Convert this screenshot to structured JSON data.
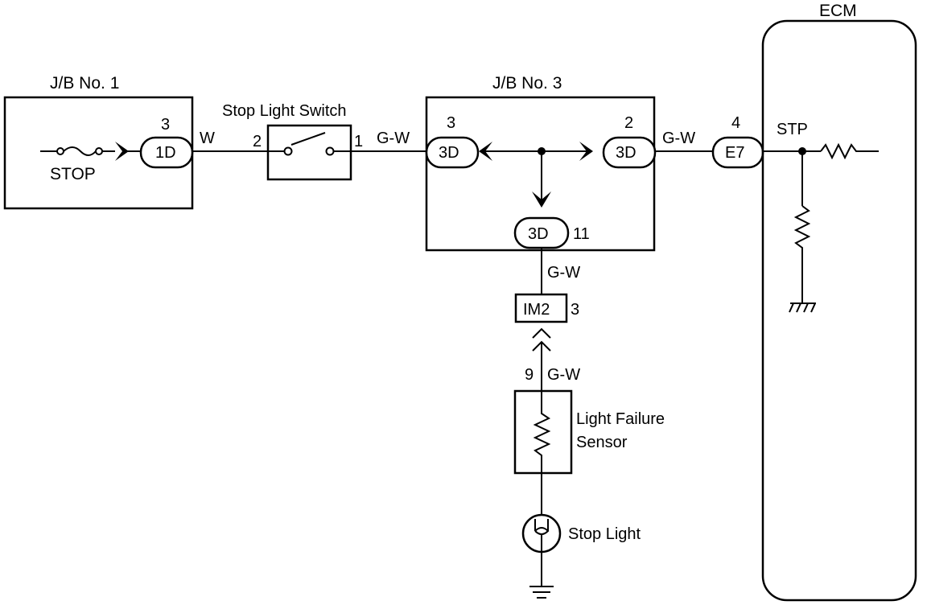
{
  "jb1": {
    "title": "J/B No. 1",
    "fuse_label": "STOP",
    "pin": "3",
    "connector": "1D"
  },
  "wire_w": "W",
  "switch": {
    "title": "Stop Light Switch",
    "pin_in": "2",
    "pin_out": "1"
  },
  "wire_gw_1": "G-W",
  "jb3": {
    "title": "J/B No. 3",
    "left_pin": "3",
    "left_connector": "3D",
    "right_pin": "2",
    "right_connector": "3D",
    "bottom_connector": "3D",
    "bottom_pin": "11"
  },
  "wire_gw_2": "G-W",
  "ecm_connector": {
    "pin": "4",
    "label": "E7"
  },
  "ecm": {
    "title": "ECM",
    "terminal": "STP"
  },
  "wire_gw_3": "G-W",
  "im2": {
    "label": "IM2",
    "pin": "3"
  },
  "wire_gw_4": "G-W",
  "sensor": {
    "pin": "9",
    "label_line1": "Light Failure",
    "label_line2": "Sensor"
  },
  "lamp": {
    "label": "Stop Light"
  }
}
